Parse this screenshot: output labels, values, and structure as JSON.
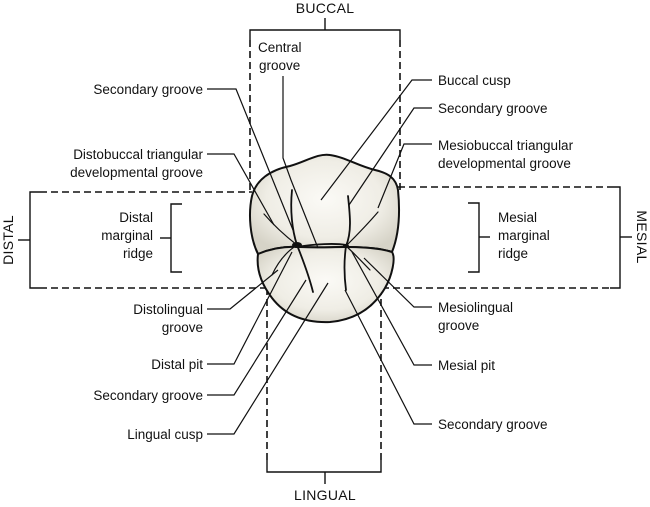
{
  "diagram": {
    "title": "Occlusal view of tooth with surface orientation labels",
    "orientation": {
      "top": "BUCCAL",
      "bottom": "LINGUAL",
      "left": "DISTAL",
      "right": "MESIAL"
    },
    "labels_left": [
      {
        "id": "secondary-groove-1",
        "lines": [
          "Secondary groove"
        ]
      },
      {
        "id": "distobuccal-triangular-groove",
        "lines": [
          "Distobuccal triangular",
          "developmental groove"
        ]
      },
      {
        "id": "distal-marginal-ridge",
        "lines": [
          "Distal",
          "marginal",
          "ridge"
        ]
      },
      {
        "id": "distolingual-groove",
        "lines": [
          "Distolingual",
          "groove"
        ]
      },
      {
        "id": "distal-pit",
        "lines": [
          "Distal pit"
        ]
      },
      {
        "id": "secondary-groove-2",
        "lines": [
          "Secondary groove"
        ]
      },
      {
        "id": "lingual-cusp",
        "lines": [
          "Lingual cusp"
        ]
      }
    ],
    "labels_top": [
      {
        "id": "central-groove",
        "lines": [
          "Central",
          "groove"
        ]
      }
    ],
    "labels_right": [
      {
        "id": "buccal-cusp",
        "lines": [
          "Buccal cusp"
        ]
      },
      {
        "id": "secondary-groove-3",
        "lines": [
          "Secondary groove"
        ]
      },
      {
        "id": "mesiobuccal-triangular-groove",
        "lines": [
          "Mesiobuccal triangular",
          "developmental groove"
        ]
      },
      {
        "id": "mesial-marginal-ridge",
        "lines": [
          "Mesial",
          "marginal",
          "ridge"
        ]
      },
      {
        "id": "mesiolingual-groove",
        "lines": [
          "Mesiolingual",
          "groove"
        ]
      },
      {
        "id": "mesial-pit",
        "lines": [
          "Mesial pit"
        ]
      },
      {
        "id": "secondary-groove-4",
        "lines": [
          "Secondary groove"
        ]
      }
    ],
    "colors": {
      "ink": "#111111",
      "tooth_light": "#f7f6f1",
      "tooth_shade": "#d9d7cc",
      "background": "#ffffff"
    }
  }
}
